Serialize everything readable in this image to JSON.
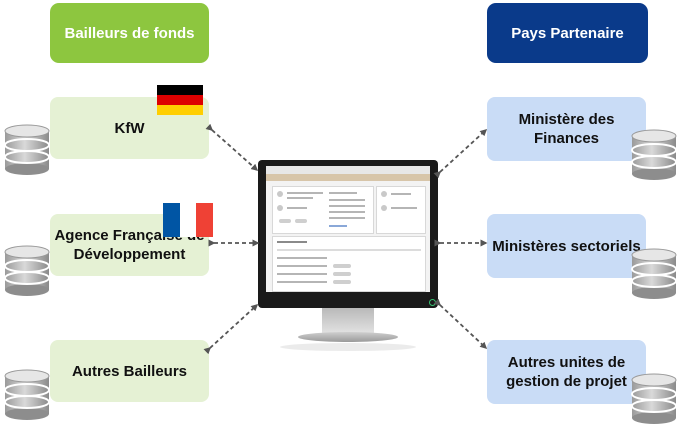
{
  "headers": {
    "donors": "Bailleurs de fonds",
    "partner": "Pays Partenaire"
  },
  "donors": [
    {
      "label": "KfW",
      "flag": "germany-flag"
    },
    {
      "label": "Agence Française de Développement",
      "flag": "france-flag"
    },
    {
      "label": "Autres Bailleurs"
    }
  ],
  "partners": [
    {
      "label": "Ministère des Finances"
    },
    {
      "label": "Ministères sectoriels"
    },
    {
      "label": "Autres unites de gestion de projet"
    }
  ],
  "colors": {
    "donor_header": "#8dc63f",
    "partner_header": "#0a3a8a",
    "donor_box": "#e5f1d4",
    "partner_box": "#c9dcf6",
    "arrow": "#555555",
    "germany": [
      "#000000",
      "#dd0000",
      "#ffce00"
    ],
    "france": [
      "#0055a4",
      "#ffffff",
      "#ef4135"
    ]
  },
  "icons": [
    "database-icon",
    "germany-flag",
    "france-flag",
    "monitor-icon",
    "dashed-double-arrow"
  ]
}
